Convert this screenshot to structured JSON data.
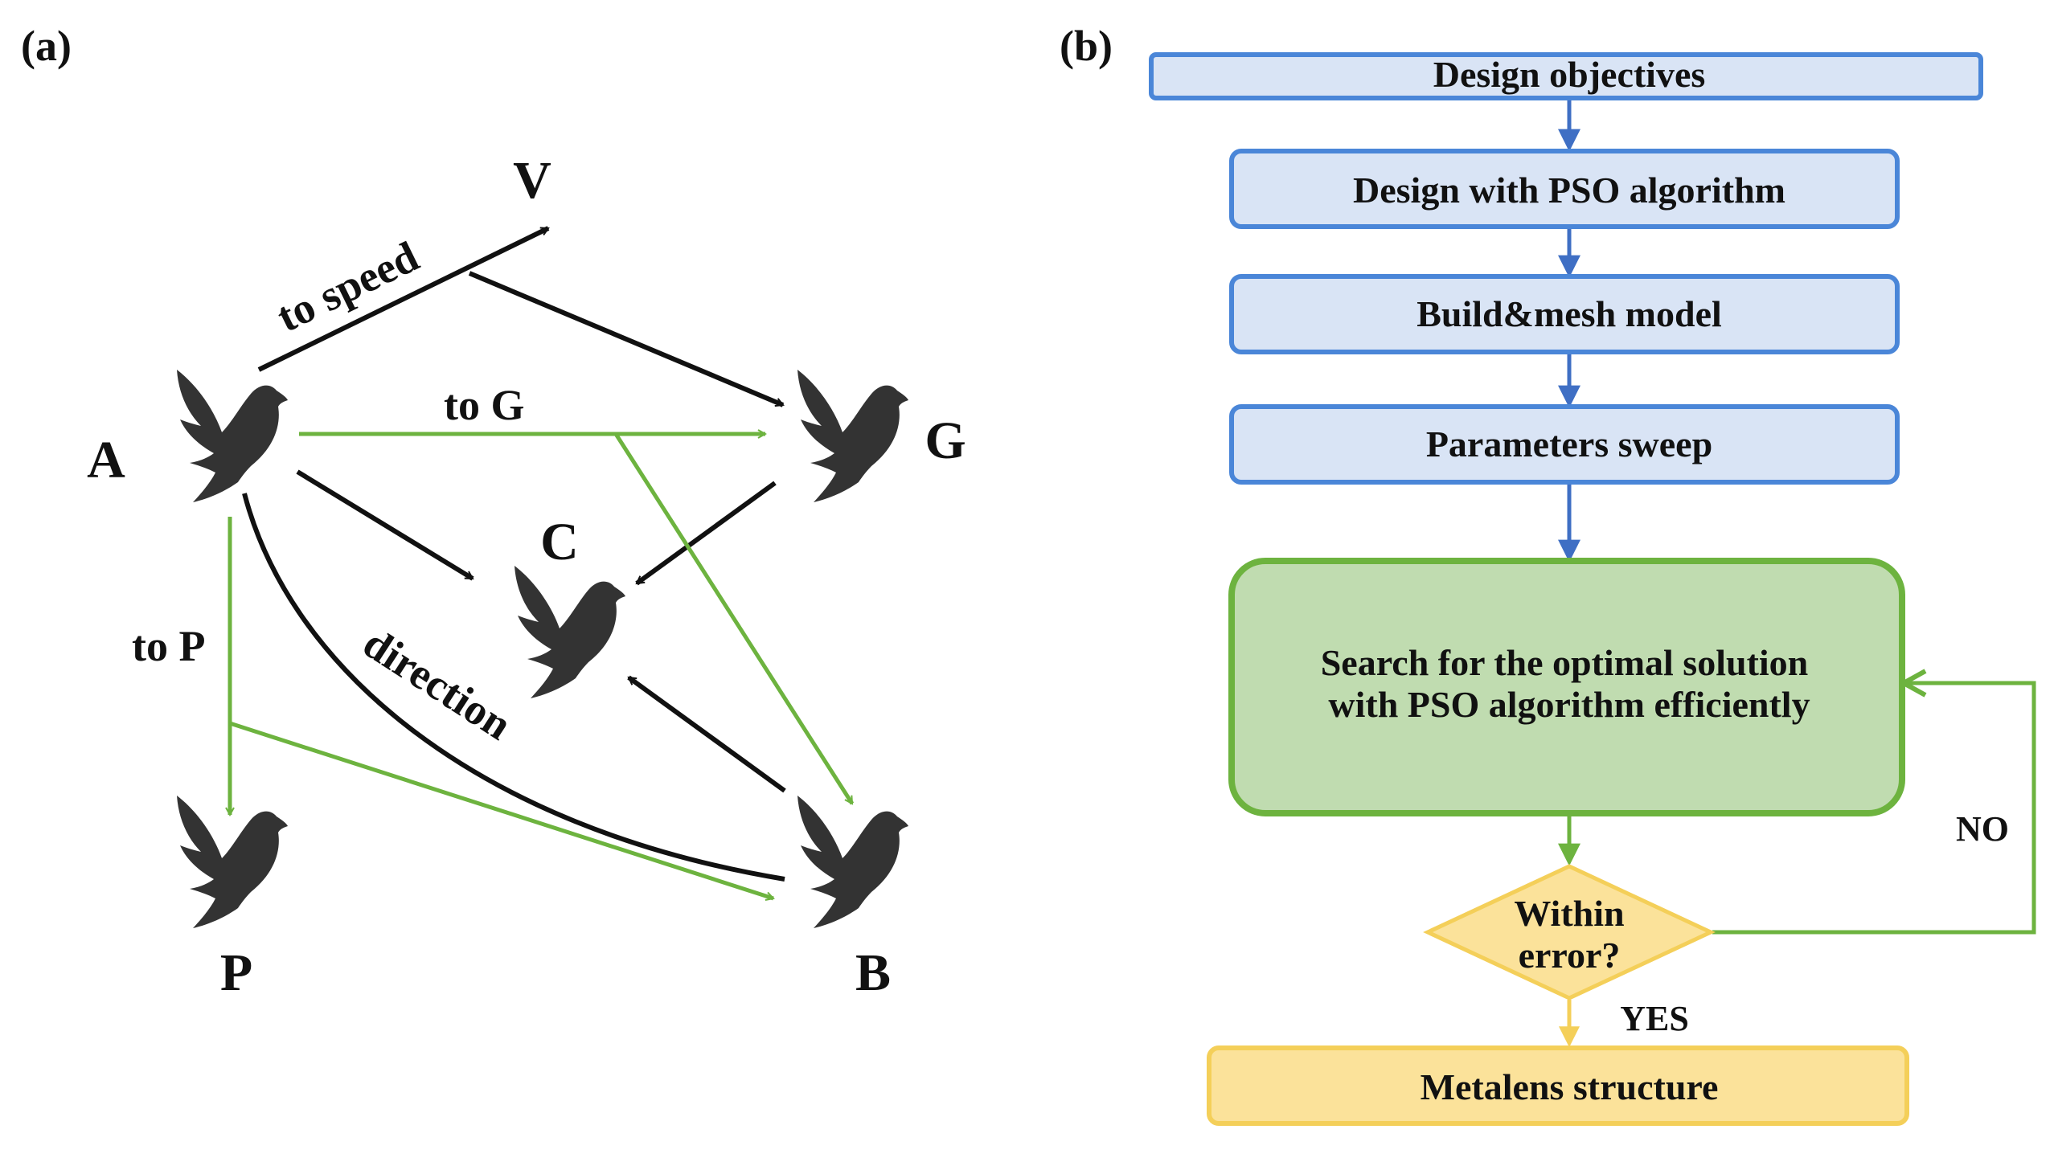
{
  "panel_a": {
    "label": "(a)",
    "nodes": {
      "V": "V",
      "A": "A",
      "G": "G",
      "C": "C",
      "P": "P",
      "B": "B"
    },
    "edge_labels": {
      "to_speed": "to speed",
      "to_g": "to G",
      "to_p": "to P",
      "direction": "direction"
    },
    "colors": {
      "black_arrow": "#111111",
      "green_arrow": "#6db33f",
      "bird": "#333333"
    }
  },
  "panel_b": {
    "label": "(b)",
    "steps": {
      "design_objectives": "Design objectives",
      "design_pso": "Design with PSO algorithm",
      "build_mesh": "Build&mesh model",
      "param_sweep": "Parameters sweep",
      "search_line1": "Search for the optimal solution",
      "search_line2": "with PSO algorithm efficiently",
      "within_line1": "Within",
      "within_line2": "error?",
      "metalens": "Metalens structure"
    },
    "branches": {
      "no": "NO",
      "yes": "YES"
    },
    "colors": {
      "blue_fill": "#d9e4f5",
      "blue_stroke": "#4a86d8",
      "blue_arrow": "#3f6fc4",
      "green_fill": "#c0dcb0",
      "green_stroke": "#6db33f",
      "yellow_fill": "#fbe29a",
      "yellow_stroke": "#f4cf59"
    }
  }
}
